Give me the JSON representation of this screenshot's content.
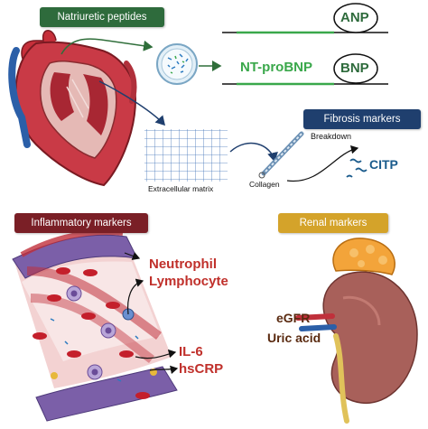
{
  "natriuretic": {
    "title": "Natriuretic peptides",
    "anp": "ANP",
    "ntprobnp": "NT-proBNP",
    "bnp": "BNP"
  },
  "fibrosis": {
    "title": "Fibrosis markers",
    "breakdown": "Breakdown",
    "citp": "CITP",
    "ecm": "Extracellular matrix",
    "collagen": "Collagen"
  },
  "inflammatory": {
    "title": "Inflammatory markers",
    "neutrophil": "Neutrophil",
    "lymphocyte": "Lymphocyte",
    "il6": "IL-6",
    "hscrp": "hsCRP"
  },
  "renal": {
    "title": "Renal markers",
    "egfr": "eGFR",
    "uric": "Uric acid"
  },
  "colors": {
    "natriuretic_box": "#2e6b3c",
    "fibrosis_box": "#1f3f6e",
    "inflammatory_box": "#7a1f26",
    "renal_box": "#d4a32a",
    "peptide_text": "#3aa84b",
    "inflammatory_text": "#c0302b",
    "renal_text": "#5a2a10",
    "citp_text": "#1a5b8c"
  },
  "icons": [
    "heart-icon",
    "vesicle-icon",
    "extracellular-matrix-icon",
    "collagen-fiber-icon",
    "blood-vessel-icon",
    "kidney-icon",
    "adrenal-gland-icon"
  ]
}
